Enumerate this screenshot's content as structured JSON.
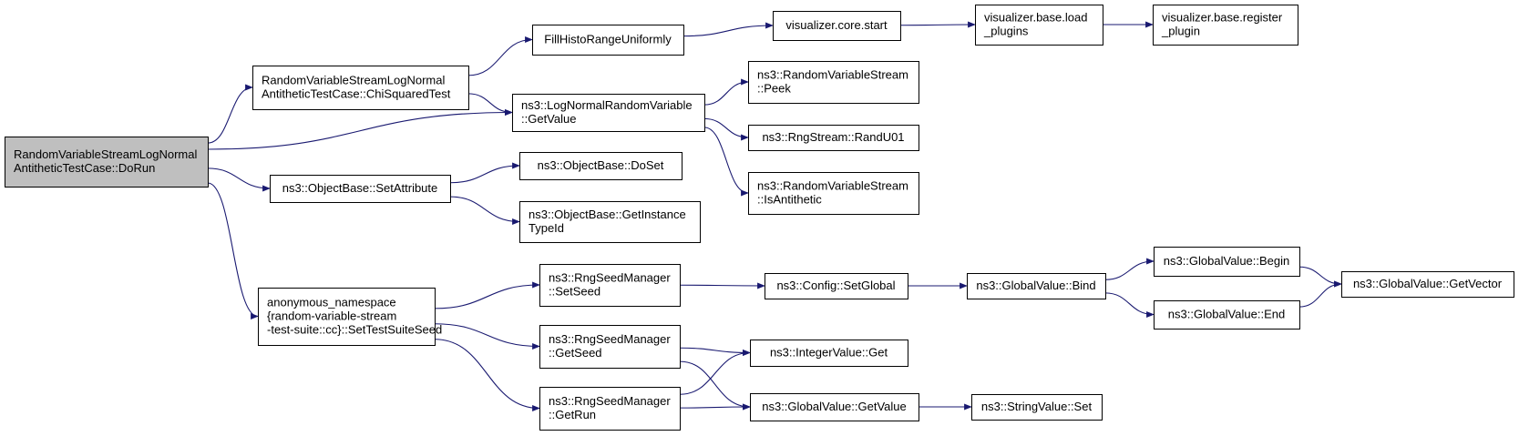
{
  "colors": {
    "edge": "#191970",
    "root_fill": "#bfbfbf",
    "node_fill": "#ffffff",
    "border": "#000000"
  },
  "nodes": [
    {
      "id": "doRun",
      "lines": [
        "RandomVariableStreamLogNormal",
        "AntitheticTestCase::DoRun"
      ],
      "root": true
    },
    {
      "id": "chiSq",
      "lines": [
        "RandomVariableStreamLogNormal",
        "AntitheticTestCase::ChiSquaredTest"
      ]
    },
    {
      "id": "fillHisto",
      "lines": [
        "FillHistoRangeUniformly"
      ]
    },
    {
      "id": "vcStart",
      "lines": [
        "visualizer.core.start"
      ]
    },
    {
      "id": "vbLoad",
      "lines": [
        "visualizer.base.load",
        "_plugins"
      ]
    },
    {
      "id": "vbReg",
      "lines": [
        "visualizer.base.register",
        "_plugin"
      ]
    },
    {
      "id": "lnGet",
      "lines": [
        "ns3::LogNormalRandomVariable",
        "::GetValue"
      ]
    },
    {
      "id": "rvsPeek",
      "lines": [
        "ns3::RandomVariableStream",
        "::Peek"
      ]
    },
    {
      "id": "randU01",
      "lines": [
        "ns3::RngStream::RandU01"
      ]
    },
    {
      "id": "isAnti",
      "lines": [
        "ns3::RandomVariableStream",
        "::IsAntithetic"
      ]
    },
    {
      "id": "setAttr",
      "lines": [
        "ns3::ObjectBase::SetAttribute"
      ]
    },
    {
      "id": "doSet",
      "lines": [
        "ns3::ObjectBase::DoSet"
      ]
    },
    {
      "id": "getInst",
      "lines": [
        "ns3::ObjectBase::GetInstance",
        "TypeId"
      ]
    },
    {
      "id": "anon",
      "lines": [
        "anonymous_namespace",
        "{random-variable-stream",
        "-test-suite::cc}::SetTestSuiteSeed"
      ]
    },
    {
      "id": "setSeed",
      "lines": [
        "ns3::RngSeedManager",
        "::SetSeed"
      ]
    },
    {
      "id": "getSeed",
      "lines": [
        "ns3::RngSeedManager",
        "::GetSeed"
      ]
    },
    {
      "id": "getRun",
      "lines": [
        "ns3::RngSeedManager",
        "::GetRun"
      ]
    },
    {
      "id": "cfgSet",
      "lines": [
        "ns3::Config::SetGlobal"
      ]
    },
    {
      "id": "gvBind",
      "lines": [
        "ns3::GlobalValue::Bind"
      ]
    },
    {
      "id": "gvBegin",
      "lines": [
        "ns3::GlobalValue::Begin"
      ]
    },
    {
      "id": "gvEnd",
      "lines": [
        "ns3::GlobalValue::End"
      ]
    },
    {
      "id": "gvVec",
      "lines": [
        "ns3::GlobalValue::GetVector"
      ]
    },
    {
      "id": "intGet",
      "lines": [
        "ns3::IntegerValue::Get"
      ]
    },
    {
      "id": "gvGetVal",
      "lines": [
        "ns3::GlobalValue::GetValue"
      ]
    },
    {
      "id": "strSet",
      "lines": [
        "ns3::StringValue::Set"
      ]
    }
  ],
  "edges": [
    [
      "doRun",
      "chiSq"
    ],
    [
      "doRun",
      "lnGet"
    ],
    [
      "doRun",
      "setAttr"
    ],
    [
      "doRun",
      "anon"
    ],
    [
      "chiSq",
      "fillHisto"
    ],
    [
      "chiSq",
      "lnGet"
    ],
    [
      "fillHisto",
      "vcStart"
    ],
    [
      "vcStart",
      "vbLoad"
    ],
    [
      "vbLoad",
      "vbReg"
    ],
    [
      "lnGet",
      "rvsPeek"
    ],
    [
      "lnGet",
      "randU01"
    ],
    [
      "lnGet",
      "isAnti"
    ],
    [
      "setAttr",
      "doSet"
    ],
    [
      "setAttr",
      "getInst"
    ],
    [
      "anon",
      "setSeed"
    ],
    [
      "anon",
      "getSeed"
    ],
    [
      "anon",
      "getRun"
    ],
    [
      "setSeed",
      "cfgSet"
    ],
    [
      "cfgSet",
      "gvBind"
    ],
    [
      "gvBind",
      "gvBegin"
    ],
    [
      "gvBind",
      "gvEnd"
    ],
    [
      "gvBegin",
      "gvVec"
    ],
    [
      "gvEnd",
      "gvVec"
    ],
    [
      "getSeed",
      "intGet"
    ],
    [
      "getSeed",
      "gvGetVal"
    ],
    [
      "getRun",
      "intGet"
    ],
    [
      "getRun",
      "gvGetVal"
    ],
    [
      "gvGetVal",
      "strSet"
    ]
  ]
}
